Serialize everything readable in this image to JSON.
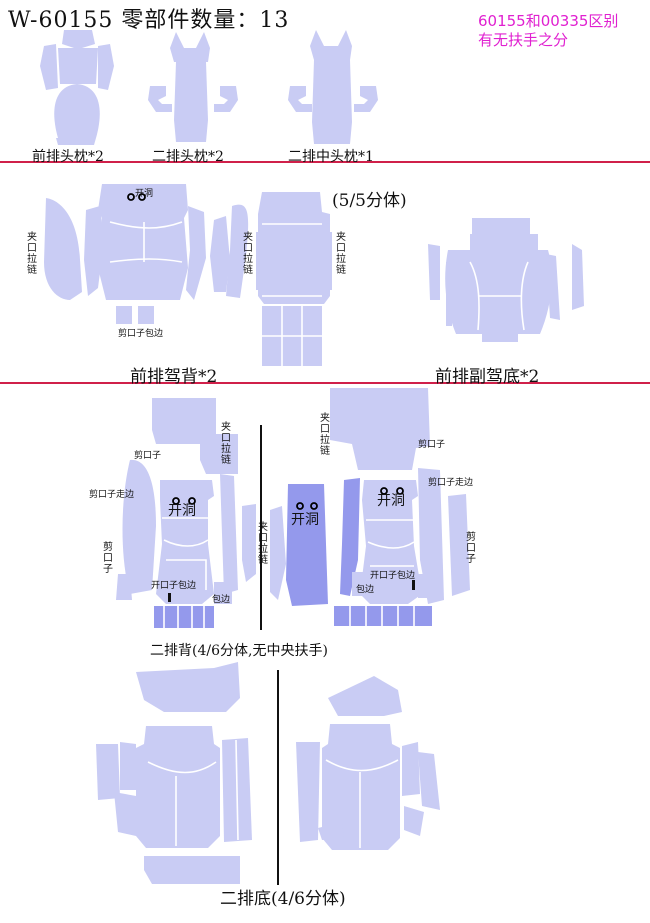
{
  "header": {
    "title": "W-60155 零部件数量：13",
    "note_line1": "60155和00335区别",
    "note_line2": "有无扶手之分"
  },
  "colors": {
    "piece": "#c9ccf4",
    "piece_dark": "#9499ec",
    "divider": "#d0204a",
    "note": "#e020d0"
  },
  "headrests": {
    "front": "前排头枕*2",
    "second": "二排头枕*2",
    "second_center": "二排中头枕*1"
  },
  "front_seats": {
    "split": "(5/5分体)",
    "driver_back": "前排驾背*2",
    "passenger_base": "前排副驾底*2",
    "zipper_clip": "夹口拉链",
    "hole": "开洞",
    "cut_wrap": "剪口子包边"
  },
  "rear_back": {
    "caption": "二排背(4/6分体,无中央扶手)",
    "cut": "剪口子",
    "cut_stitch": "剪口子走边",
    "zipper_clip": "夹口拉链",
    "hole": "开洞",
    "open_wrap": "开口子包边",
    "wrap": "包边"
  },
  "rear_base": {
    "caption": "二排底(4/6分体)"
  }
}
